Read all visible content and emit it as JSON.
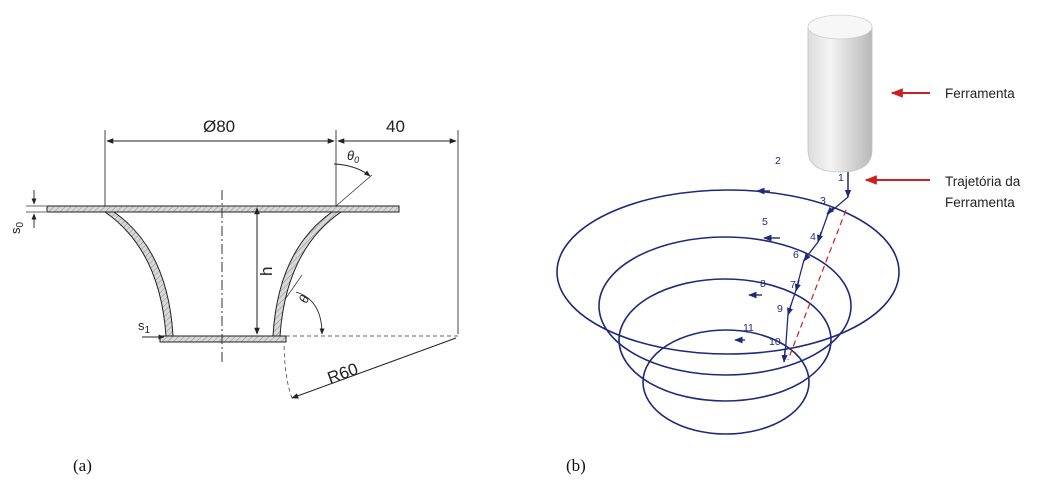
{
  "panels": {
    "a": {
      "caption": "(a)",
      "dimensions": {
        "diameter": "Ø80",
        "offset": "40",
        "height": "h",
        "radius": "R60",
        "s0": "s",
        "s0_sub": "0",
        "s1": "s",
        "s1_sub": "1",
        "theta0": "θ",
        "theta0_sub": "0",
        "theta": "θ"
      }
    },
    "b": {
      "caption": "(b)",
      "labels": {
        "tool": "Ferramenta",
        "path_line1": "Trajetória da",
        "path_line2": "Ferramenta"
      },
      "points": [
        "1",
        "2",
        "3",
        "4",
        "5",
        "6",
        "7",
        "8",
        "9",
        "10",
        "11"
      ]
    }
  },
  "colors": {
    "line": "#222222",
    "spiral": "#1f2a7a",
    "arrow": "#cc1f1f",
    "hatch": "#bdbdbd",
    "tool_light": "#f2f2f2",
    "tool_dark": "#bdbdbd"
  }
}
